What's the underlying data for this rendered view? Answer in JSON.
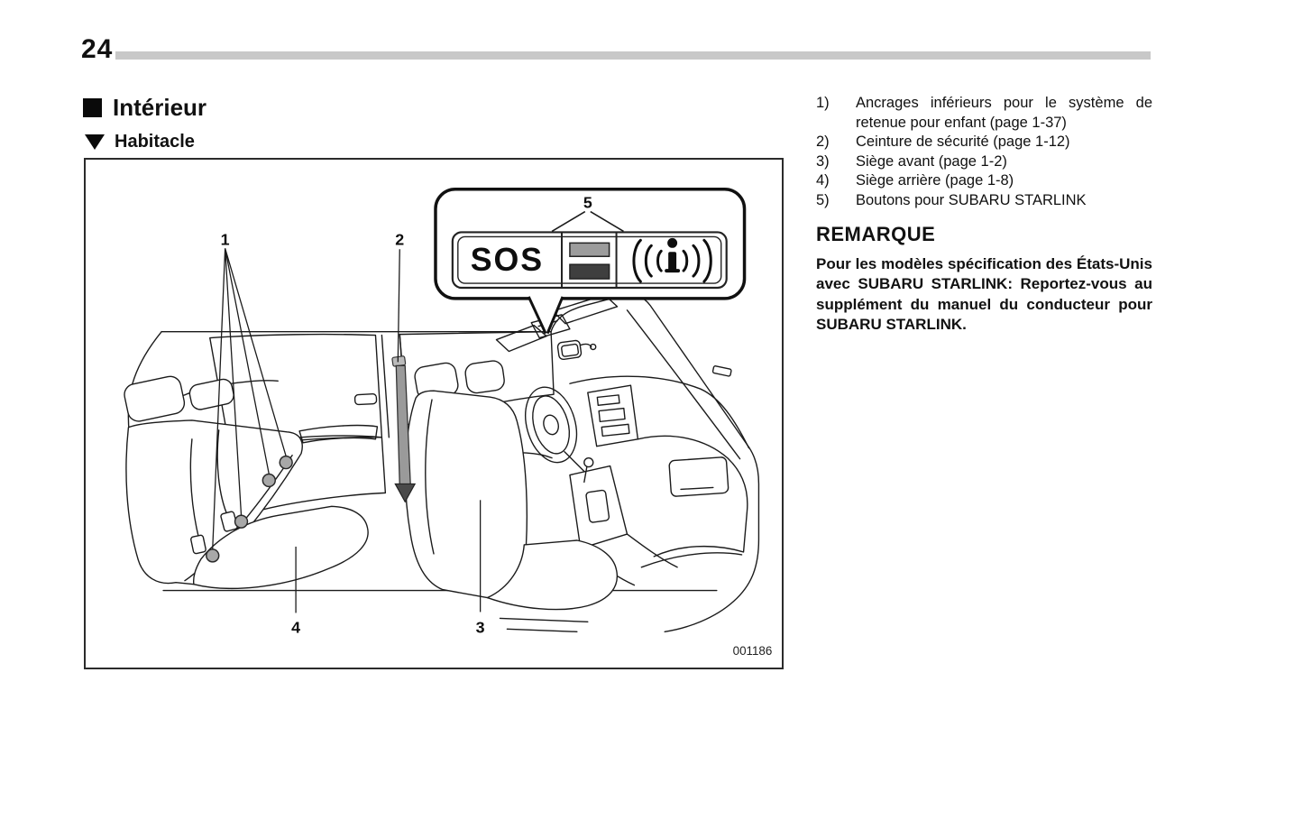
{
  "page": {
    "number": "24"
  },
  "headings": {
    "section": "Intérieur",
    "subsection": "Habitacle"
  },
  "figure": {
    "code": "001186",
    "labels": [
      "1",
      "2",
      "3",
      "4",
      "5"
    ],
    "sos_text": "SOS",
    "icons": {
      "info_icon": "i-with-sound-waves-icon",
      "sos_button": "sos-button",
      "middle_buttons": "two-rocker-buttons"
    },
    "colors": {
      "line": "#1b1b1b",
      "belt_gray": "#9a9a9a",
      "belt_dark": "#4a4a4a",
      "button_light": "#9c9c9c",
      "button_dark": "#3f3f3f",
      "anchor_gray": "#a8a8a8",
      "header_rule": "#c8c8c8"
    }
  },
  "legend": {
    "items": [
      {
        "num": "1)",
        "text": "Ancrages inférieurs pour le système de retenue pour enfant (page 1-37)"
      },
      {
        "num": "2)",
        "text": "Ceinture de sécurité (page 1-12)"
      },
      {
        "num": "3)",
        "text": "Siège avant (page 1-2)"
      },
      {
        "num": "4)",
        "text": "Siège arrière (page 1-8)"
      },
      {
        "num": "5)",
        "text": "Boutons pour SUBARU STARLINK"
      }
    ]
  },
  "note": {
    "title": "REMARQUE",
    "body": "Pour les modèles spécification des États-Unis avec SUBARU STARLINK: Reportez-vous au supplément du manuel du conducteur pour SUBARU STARLINK."
  }
}
